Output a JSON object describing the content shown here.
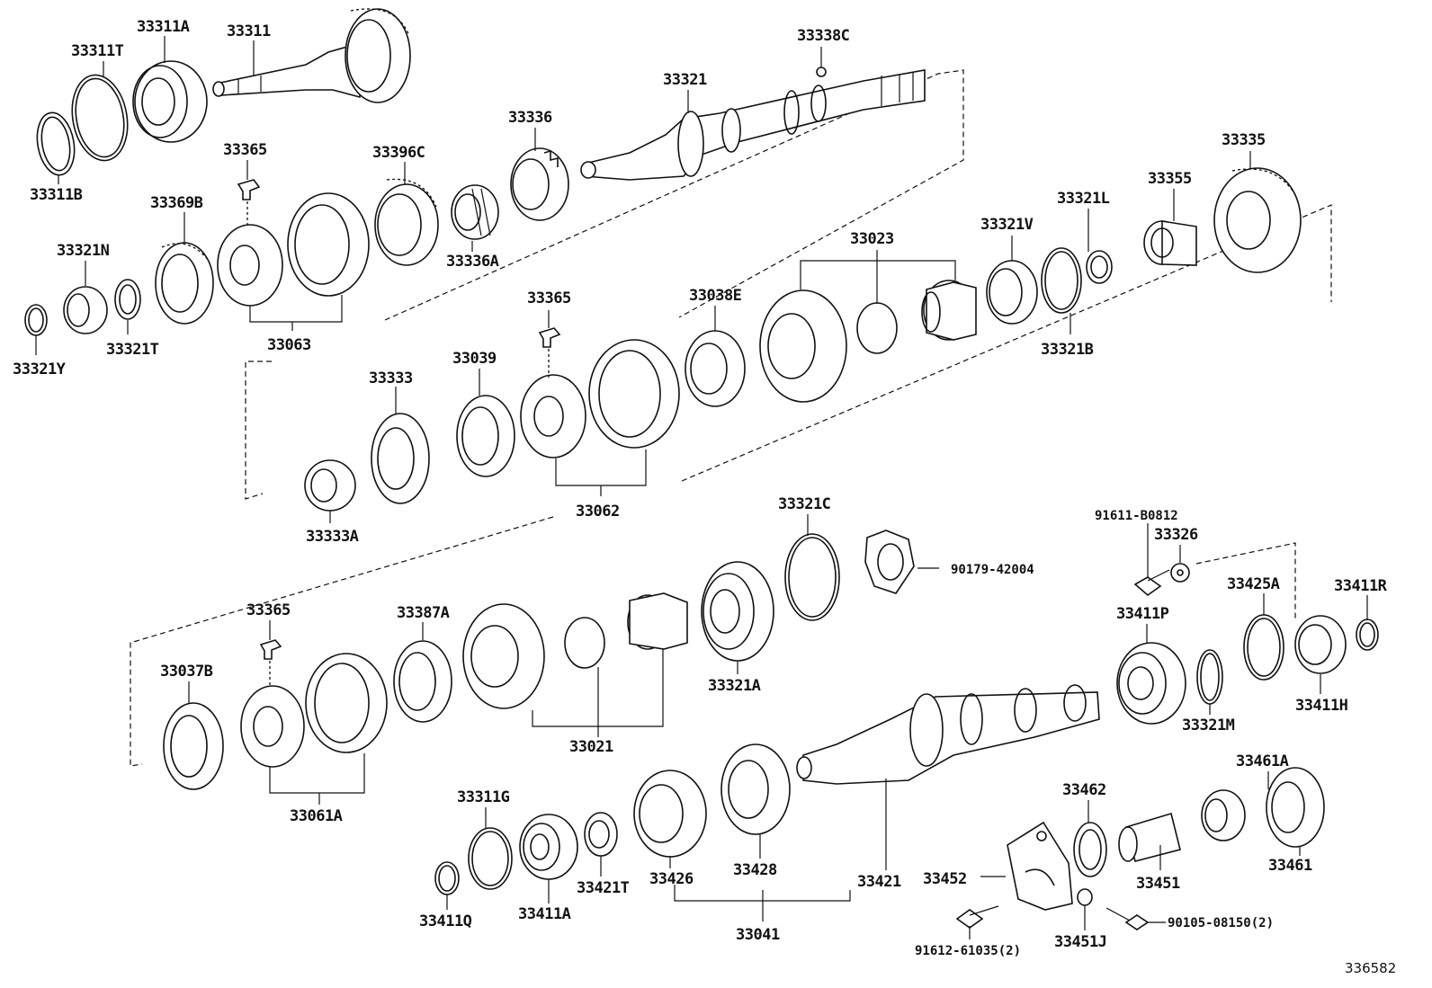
{
  "diagram": {
    "ref_number": "336582",
    "labels": {
      "p33311T": "33311T",
      "p33311A": "33311A",
      "p33311": "33311",
      "p33311B": "33311B",
      "p33338C": "33338C",
      "p33321": "33321",
      "p33336": "33336",
      "p33365a": "33365",
      "p33396C": "33396C",
      "p33369B": "33369B",
      "p33321N": "33321N",
      "p33336A": "33336A",
      "p33321T": "33321T",
      "p33321Y": "33321Y",
      "p33063": "33063",
      "p33335": "33335",
      "p33355": "33355",
      "p33321L": "33321L",
      "p33023": "33023",
      "p33321V": "33321V",
      "p33038E": "33038E",
      "p33321B": "33321B",
      "p33365b": "33365",
      "p33333": "33333",
      "p33039": "33039",
      "p33333A": "33333A",
      "p33062": "33062",
      "p33321C": "33321C",
      "p91611": "91611-B0812",
      "p33326": "33326",
      "p90179": "90179-42004",
      "p33425A": "33425A",
      "p33411R": "33411R",
      "p33365c": "33365",
      "p33387A": "33387A",
      "p33411P": "33411P",
      "p33037B": "33037B",
      "p33321A": "33321A",
      "p33411H": "33411H",
      "p33321M": "33321M",
      "p33021": "33021",
      "p33061A": "33061A",
      "p33461A": "33461A",
      "p33311G": "33311G",
      "p33462": "33462",
      "p33426": "33426",
      "p33428": "33428",
      "p33421": "33421",
      "p33452": "33452",
      "p33451": "33451",
      "p33461": "33461",
      "p33421T": "33421T",
      "p33411A": "33411A",
      "p33411Q": "33411Q",
      "p33041": "33041",
      "p91612": "91612-61035(2)",
      "p33451J": "33451J",
      "p90105": "90105-08150(2)"
    }
  }
}
